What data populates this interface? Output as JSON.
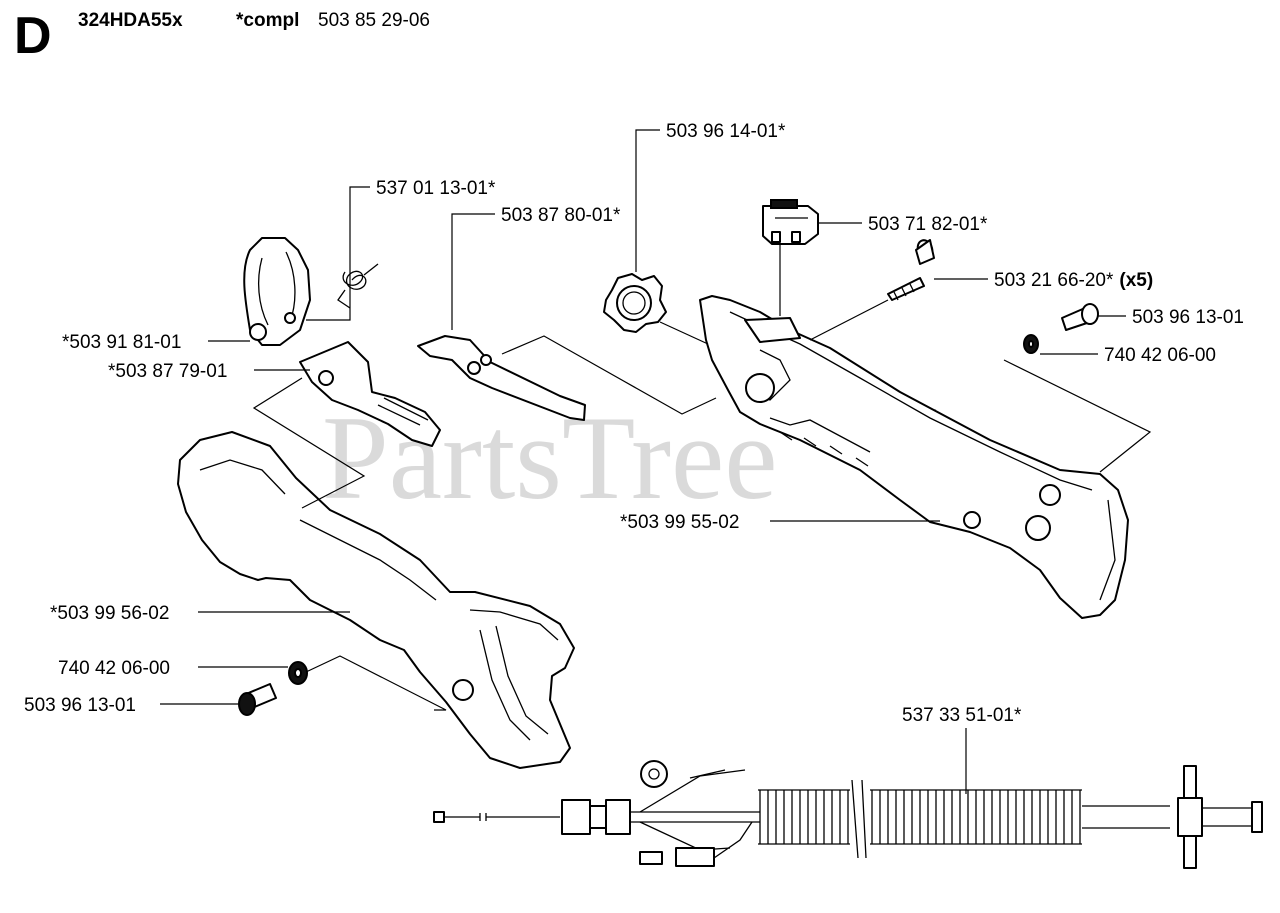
{
  "header": {
    "section_letter": "D",
    "model": "324HDA55x",
    "compl_label": "*compl",
    "compl_number": "503 85 29-06"
  },
  "watermark": {
    "text": "PartsTree",
    "tm": "™"
  },
  "callouts": {
    "c1": "537 01 13-01*",
    "c2": "503 87 80-01*",
    "c3": "503 96 14-01*",
    "c4": "503 71 82-01*",
    "c5_number": "503 21 66-20*",
    "c5_qty": "(x5)",
    "c6": "503 96 13-01",
    "c7": "740 42 06-00",
    "c8": "*503 91 81-01",
    "c9": "*503 87 79-01",
    "c10": "*503 99 55-02",
    "c11": "*503 99 56-02",
    "c12": "740 42 06-00",
    "c13": "503 96 13-01",
    "c14": "537 33 51-01*"
  }
}
